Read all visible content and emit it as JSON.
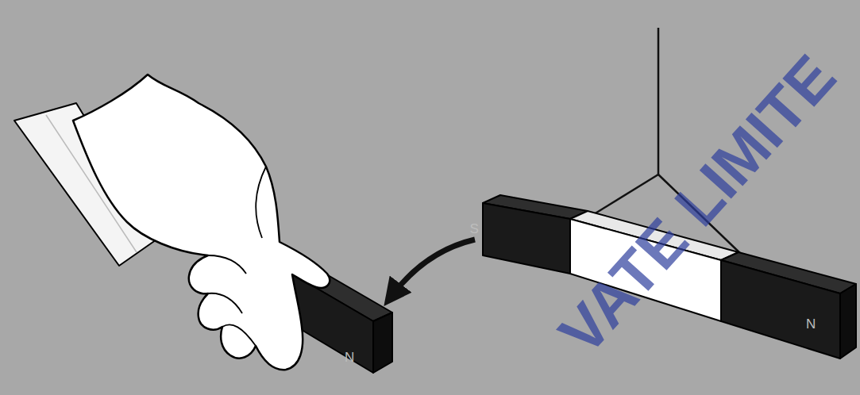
{
  "diagram": {
    "labels": [
      "S",
      "N",
      "N",
      "VATE LIMITE"
    ]
  }
}
